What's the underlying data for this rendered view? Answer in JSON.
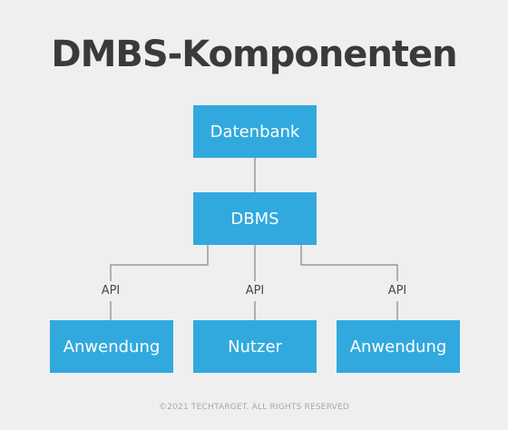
{
  "title": "DMBS-Komponenten",
  "nodes": {
    "database": "Datenbank",
    "dbms": "DBMS",
    "app_left": "Anwendung",
    "user": "Nutzer",
    "app_right": "Anwendung"
  },
  "connectors": {
    "api_left": "API",
    "api_center": "API",
    "api_right": "API"
  },
  "footer": "©2021 TECHTARGET. ALL RIGHTS RESERVED",
  "colors": {
    "box": "#31a9df",
    "box_text": "#ffffff",
    "title": "#3a3a3a",
    "line": "#9a9a9a",
    "background": "#efeff0"
  }
}
